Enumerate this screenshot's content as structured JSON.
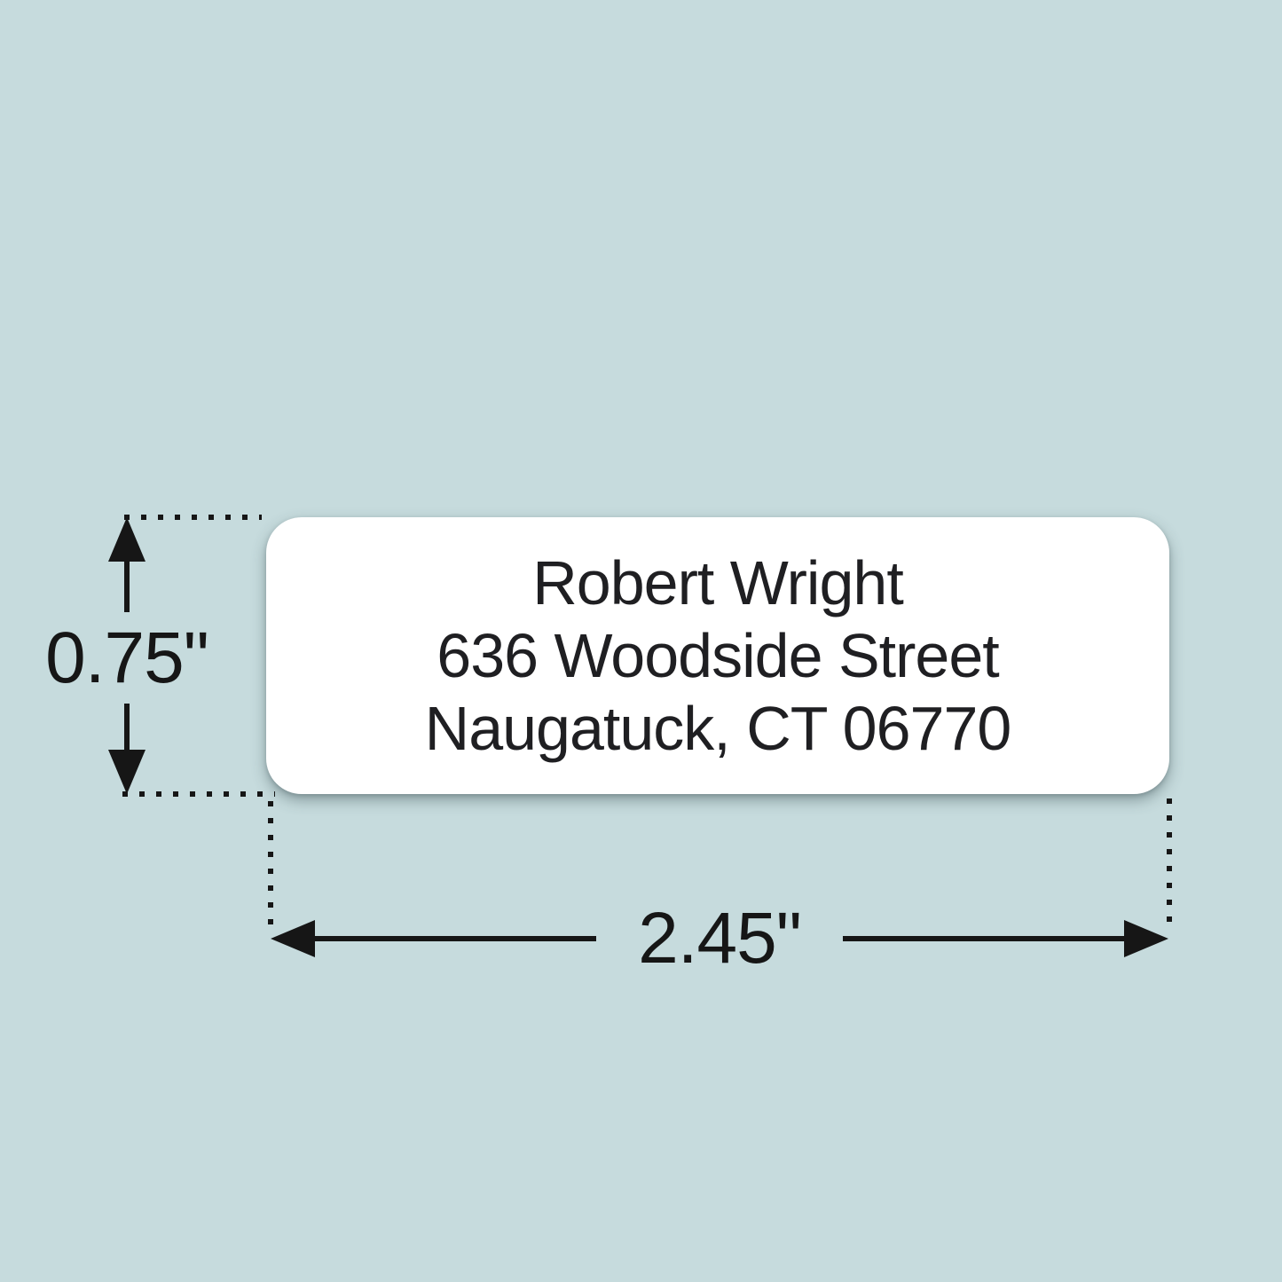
{
  "label_card": {
    "lines": [
      "Robert Wright",
      "636 Woodside Street",
      "Naugatuck, CT 06770"
    ]
  },
  "dimension_height": {
    "value": "0.75\""
  },
  "dimension_width": {
    "value": "2.45\""
  },
  "colors": {
    "background": "#c6dbdd",
    "annotation": "#161616",
    "label_bg": "#ffffff",
    "label_text": "#1f1f22"
  }
}
